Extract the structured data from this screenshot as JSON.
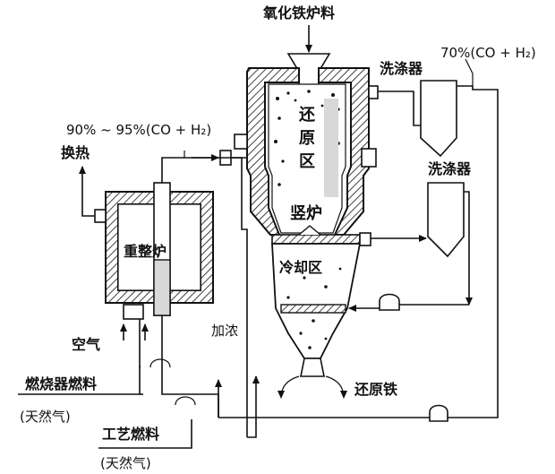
{
  "labels": {
    "iron_oxide_feed": "氧化铁炉料",
    "scrubber_top": "洗涤器",
    "scrubber_mid": "洗涤器",
    "top_gas_ratio": "70%(CO + H₂)",
    "reformed_gas_ratio": "90% ~ 95%(CO + H₂)",
    "heat_exchange": "换热",
    "reduction_zone": [
      "还",
      "原",
      "区"
    ],
    "shaft_furnace": "竖炉",
    "cooling_zone": "冷却区",
    "reformer": "重整炉",
    "air": "空气",
    "heating": "加浓",
    "burner_fuel": "燃烧器燃料",
    "natural_gas_1": "(天然气)",
    "process_fuel": "工艺燃料",
    "natural_gas_2": "(天然气)",
    "reduced_iron": "还原铁"
  }
}
